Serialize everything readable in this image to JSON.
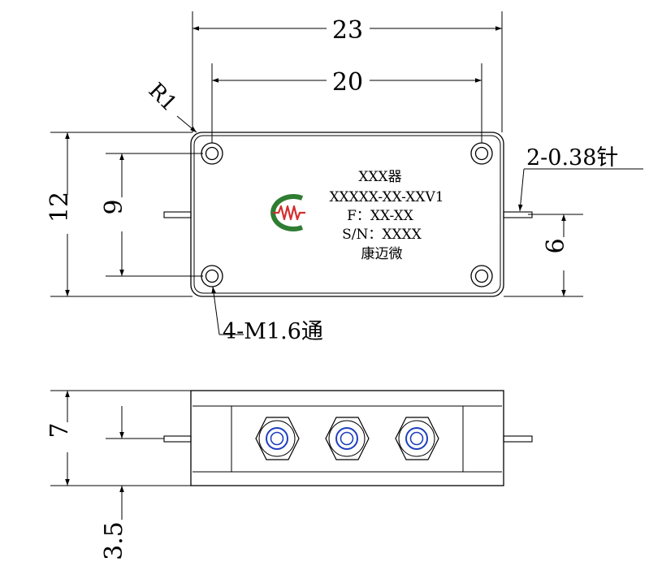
{
  "dimensions": {
    "overall_width": "23",
    "hole_spacing_width": "20",
    "corner_radius": "R1",
    "overall_height": "12",
    "hole_spacing_height": "9",
    "pin_offset": "6",
    "side_height": "7",
    "side_pin_offset": "3.5"
  },
  "callouts": {
    "pins": "2-0.38针",
    "mounting_holes": "4-M1.6通"
  },
  "label": {
    "line1": "XXX器",
    "line2": "XXXXX-XX-XXV1",
    "line3": "F：XX-XX",
    "line4": "S/N：XXXX",
    "line5": "康迈微"
  },
  "colors": {
    "logo_green": "#2e7d32",
    "logo_red": "#d32f2f",
    "connector_blue": "#1e3fbf"
  }
}
